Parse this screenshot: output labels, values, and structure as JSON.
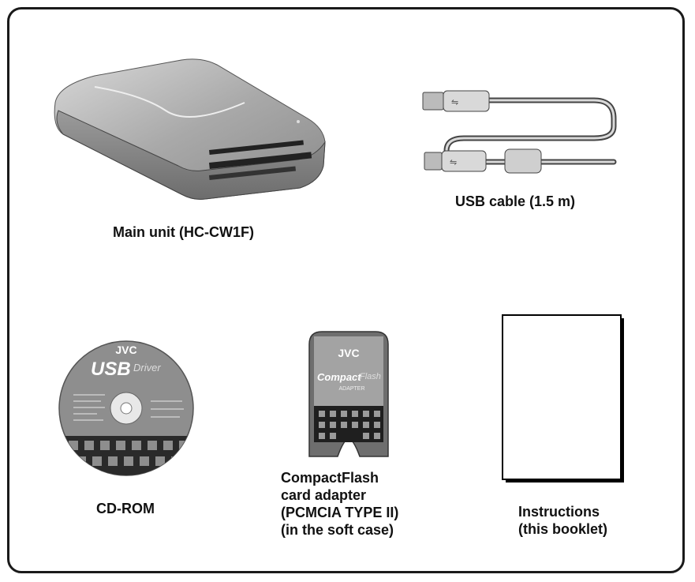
{
  "items": {
    "main_unit": {
      "caption": "Main unit (HC-CW1F)"
    },
    "usb_cable": {
      "caption": "USB cable (1.5 m)"
    },
    "cdrom": {
      "caption": "CD-ROM",
      "logo": "JVC",
      "disc_title_a": "USB",
      "disc_title_b": "Driver"
    },
    "cf_adapter": {
      "caption_lines": [
        "CompactFlash",
        "card adapter",
        "(PCMCIA TYPE II)",
        "(in the soft case)"
      ],
      "logo": "JVC",
      "brand_a": "Compact",
      "brand_b": "Flash",
      "sub": "ADAPTER"
    },
    "instructions": {
      "caption_lines": [
        "Instructions",
        "(this booklet)"
      ]
    }
  }
}
